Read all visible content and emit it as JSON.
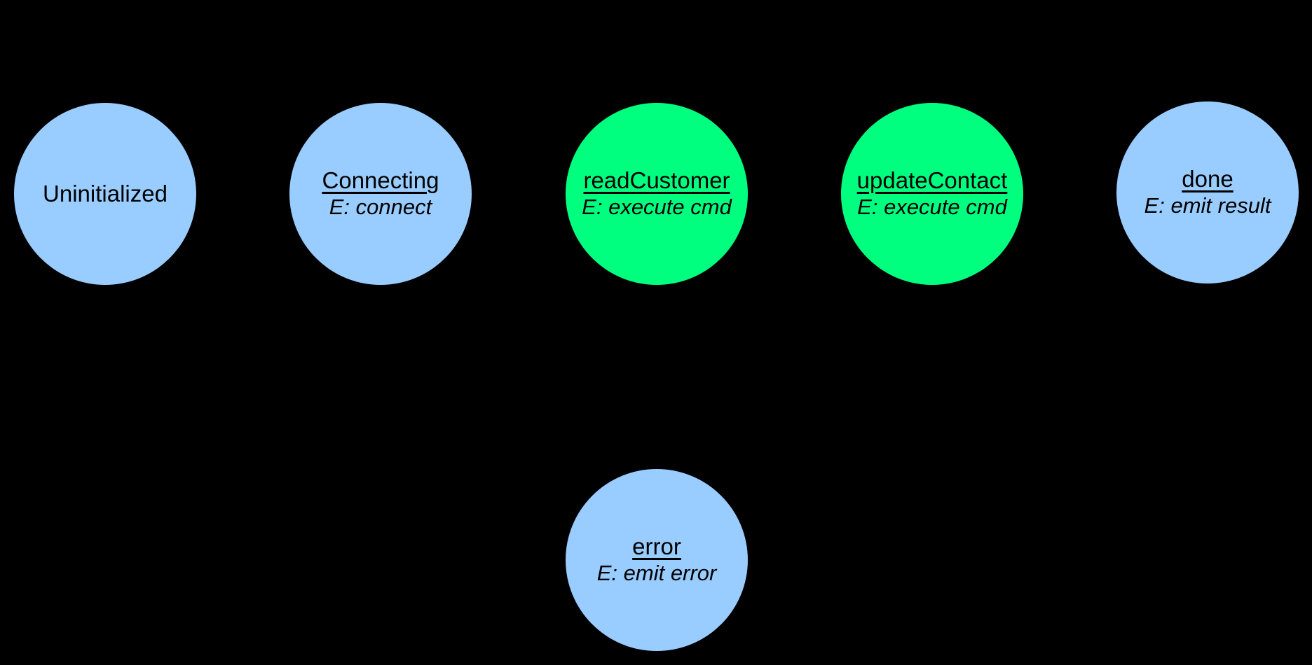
{
  "colors": {
    "background": "#000000",
    "state_idle_fill": "#99ccff",
    "state_active_fill": "#00ff7f",
    "text": "#000000"
  },
  "states": [
    {
      "name": "Uninitialized",
      "underlined": false,
      "fill": "#99ccff"
    },
    {
      "name": "Connecting",
      "underlined": true,
      "entry_action": "E: connect",
      "fill": "#99ccff"
    },
    {
      "name": "readCustomer",
      "underlined": true,
      "entry_action": "E: execute cmd",
      "fill": "#00ff7f"
    },
    {
      "name": "updateContact",
      "underlined": true,
      "entry_action": "E: execute cmd",
      "fill": "#00ff7f"
    },
    {
      "name": "done",
      "underlined": true,
      "entry_action": "E: emit result",
      "fill": "#99ccff"
    },
    {
      "name": "error",
      "underlined": true,
      "entry_action": "E: emit error",
      "fill": "#99ccff"
    }
  ]
}
